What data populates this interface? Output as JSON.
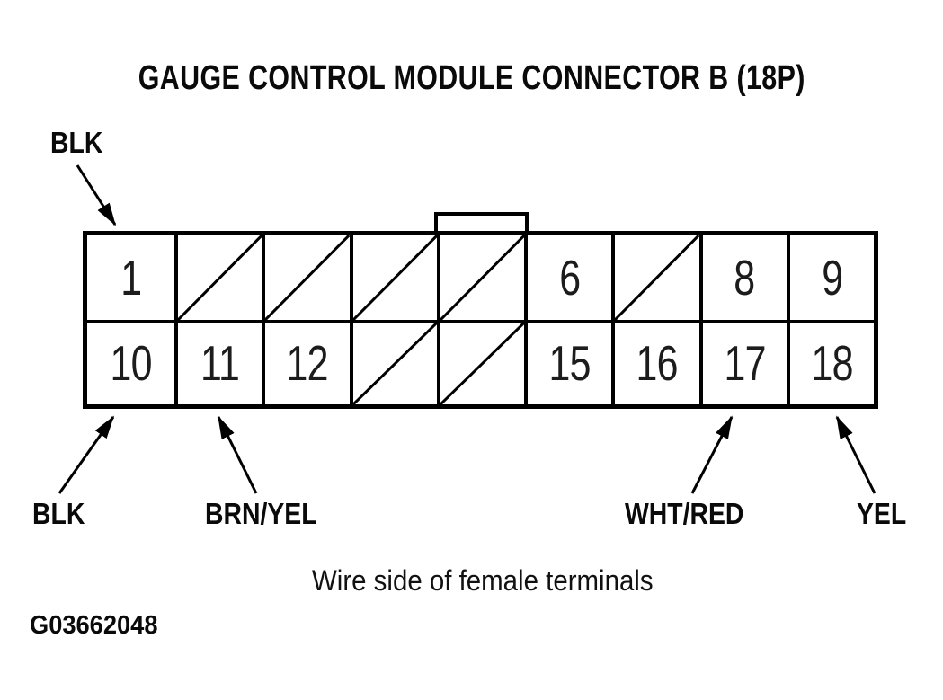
{
  "title": "GAUGE CONTROL MODULE CONNECTOR B (18P)",
  "caption": "Wire side of female terminals",
  "figure_code": "G03662048",
  "colors": {
    "line": "#000000",
    "background": "#ffffff",
    "text": "#0a0a0a"
  },
  "wire_labels": {
    "top_left": {
      "text": "BLK",
      "points_to_pin": "1"
    },
    "bottom_left": {
      "text": "BLK",
      "points_to_pin": "10"
    },
    "brn_yel": {
      "text": "BRN/YEL",
      "points_to_pin": "11"
    },
    "wht_red": {
      "text": "WHT/RED",
      "points_to_pin": "17"
    },
    "yel": {
      "text": "YEL",
      "points_to_pin": "18"
    }
  },
  "connector": {
    "name": "Gauge Control Module Connector B",
    "pin_count_label": "18P",
    "view": "wire side, female terminals",
    "rows": [
      {
        "cells": [
          {
            "pin": "1",
            "slashed": false
          },
          {
            "pin": "",
            "slashed": true
          },
          {
            "pin": "",
            "slashed": true
          },
          {
            "pin": "",
            "slashed": true
          },
          {
            "pin": "",
            "slashed": true
          },
          {
            "pin": "6",
            "slashed": false
          },
          {
            "pin": "",
            "slashed": true
          },
          {
            "pin": "8",
            "slashed": false
          },
          {
            "pin": "9",
            "slashed": false
          }
        ]
      },
      {
        "cells": [
          {
            "pin": "10",
            "slashed": false
          },
          {
            "pin": "11",
            "slashed": false
          },
          {
            "pin": "12",
            "slashed": false
          },
          {
            "pin": "",
            "slashed": true
          },
          {
            "pin": "",
            "slashed": true
          },
          {
            "pin": "15",
            "slashed": false
          },
          {
            "pin": "16",
            "slashed": false
          },
          {
            "pin": "17",
            "slashed": false
          },
          {
            "pin": "18",
            "slashed": false
          }
        ]
      }
    ]
  }
}
